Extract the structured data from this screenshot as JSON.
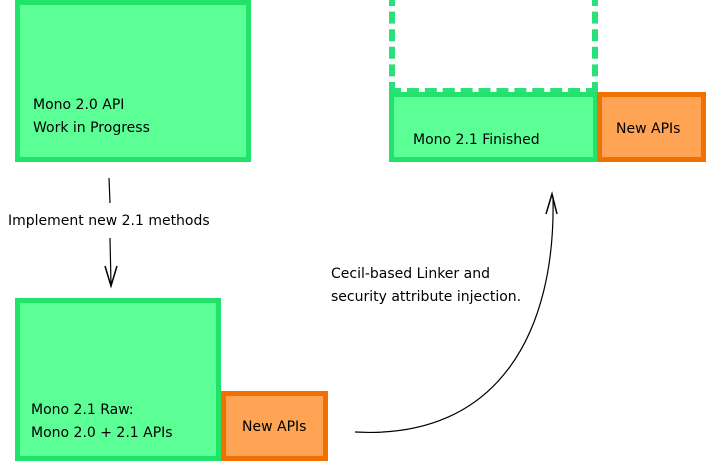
{
  "boxes": {
    "mono20": {
      "line1": "Mono 2.0 API",
      "line2": "Work in Progress"
    },
    "mono21_raw": {
      "line1": "Mono 2.1 Raw:",
      "line2": "Mono 2.0 + 2.1 APIs"
    },
    "new_apis_bottom": "New APIs",
    "mono21_finished": "Mono 2.1 Finished",
    "new_apis_top": "New APIs"
  },
  "arrows": {
    "implement_label": "Implement new 2.1 methods",
    "linker_label_line1": "Cecil-based Linker and",
    "linker_label_line2": "security attribute injection."
  },
  "colors": {
    "box_green_fill": "#5cff96",
    "box_green_border": "#22e36a",
    "box_orange_fill": "#ffa355",
    "box_orange_border": "#f07000",
    "arrow": "#000000"
  }
}
